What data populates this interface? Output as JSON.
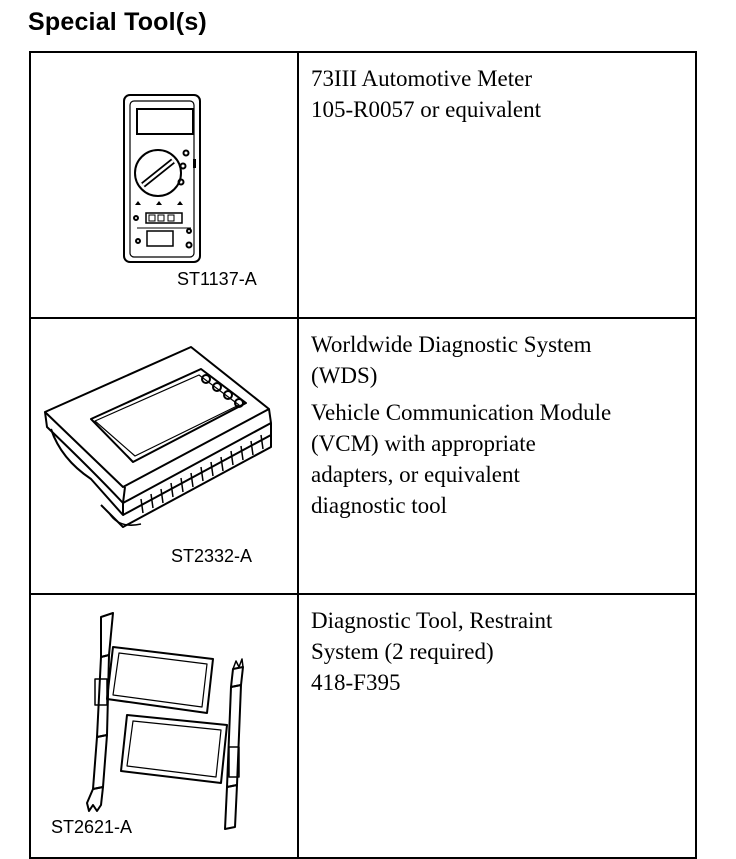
{
  "heading": "Special Tool(s)",
  "tools": [
    {
      "icon": "automotive-meter-illustration",
      "code": "ST1137-A",
      "paragraphs": [
        [
          "73III Automotive Meter",
          "105-R0057 or equivalent"
        ]
      ]
    },
    {
      "icon": "diagnostic-system-illustration",
      "code": "ST2332-A",
      "paragraphs": [
        [
          "Worldwide Diagnostic System",
          "(WDS)"
        ],
        [
          "Vehicle Communication Module",
          "(VCM) with appropriate",
          "adapters, or equivalent",
          "diagnostic tool"
        ]
      ]
    },
    {
      "icon": "restraint-tool-illustration",
      "code": "ST2621-A",
      "paragraphs": [
        [
          "Diagnostic Tool, Restraint",
          "System (2 required)",
          "418-F395"
        ]
      ]
    }
  ]
}
